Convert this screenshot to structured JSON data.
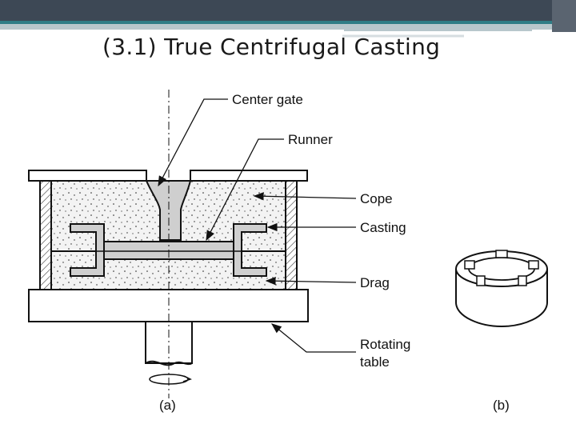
{
  "slide": {
    "title": "(3.1) True Centrifugal Casting"
  },
  "diagram_a": {
    "labels": {
      "center_gate": "Center gate",
      "runner": "Runner",
      "cope": "Cope",
      "casting": "Casting",
      "drag": "Drag",
      "rotating_table_line1": "Rotating",
      "rotating_table_line2": "table"
    },
    "caption": "(a)"
  },
  "diagram_b": {
    "caption": "(b)"
  },
  "colors": {
    "header_dark": "#3d4855",
    "header_teal": "#2f7d86",
    "header_light": "#b8c7cc",
    "sand_fill": "#f3f3f3",
    "metal_fill": "#cfcfcf",
    "outline": "#111111"
  }
}
